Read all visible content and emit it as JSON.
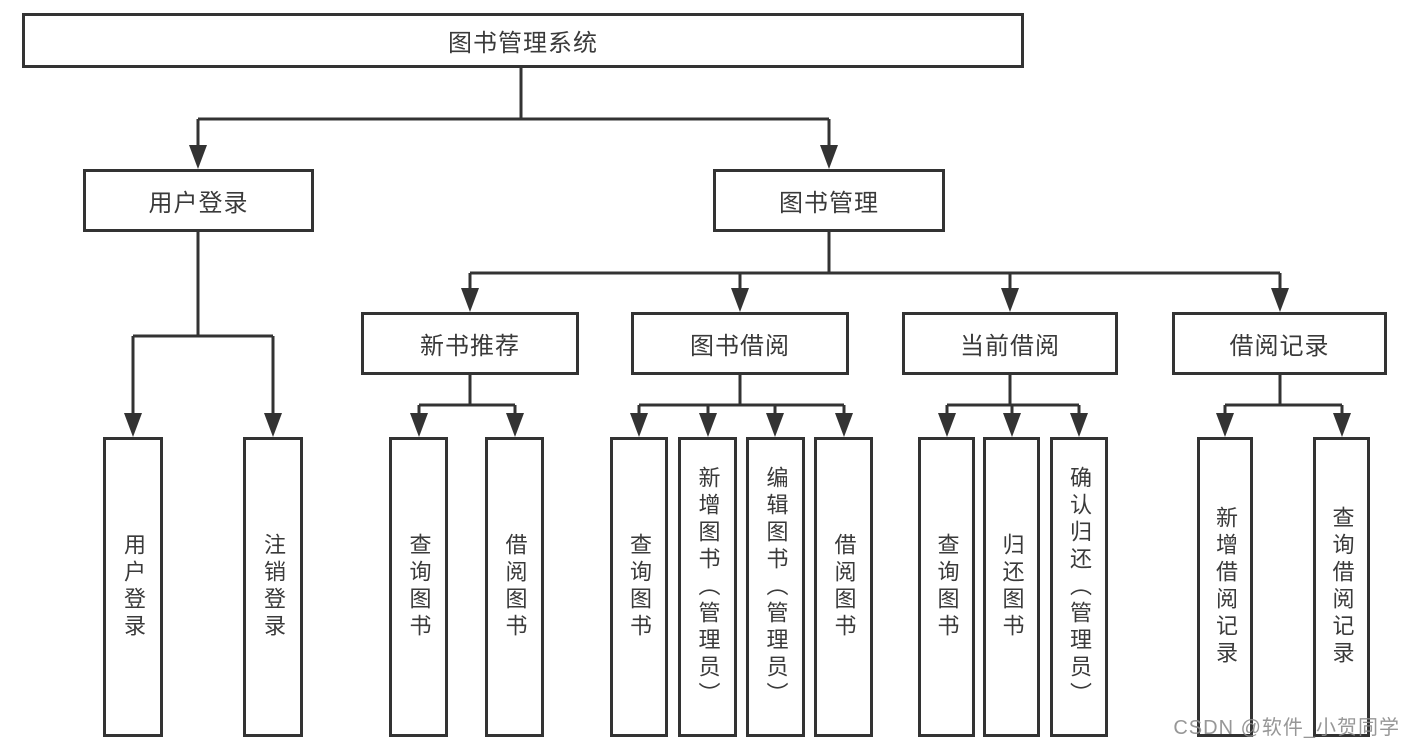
{
  "diagram": {
    "root_label": "图书管理系统",
    "level2": {
      "login": "用户登录",
      "manage": "图书管理"
    },
    "level3": {
      "recommend": "新书推荐",
      "borrow": "图书借阅",
      "current": "当前借阅",
      "records": "借阅记录"
    },
    "leaves": {
      "login": [
        "用户登录",
        "注销登录"
      ],
      "recommend": [
        "查询图书",
        "借阅图书"
      ],
      "borrow": [
        "查询图书",
        "新增图书（管理员）",
        "编辑图书（管理员）",
        "借阅图书"
      ],
      "current": [
        "查询图书",
        "归还图书",
        "确认归还（管理员）"
      ],
      "records": [
        "新增借阅记录",
        "查询借阅记录"
      ]
    }
  },
  "watermark": {
    "text": "CSDN @软件_小贺同学"
  },
  "colors": {
    "line": "#333333",
    "text": "#3a3a3a",
    "background": "#ffffff",
    "watermark": "#8c8c8c"
  }
}
